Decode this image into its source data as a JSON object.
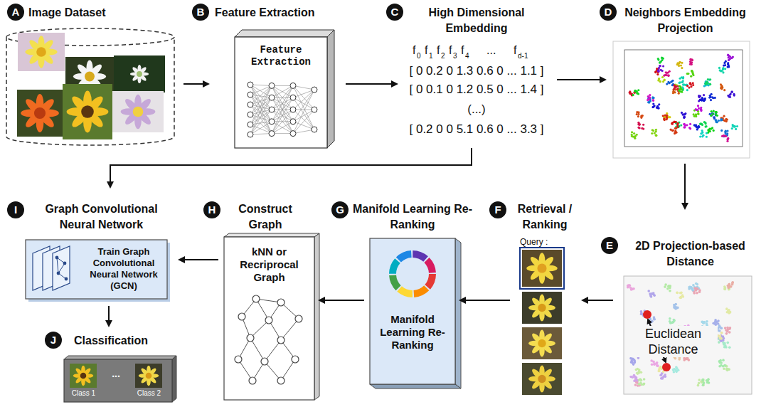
{
  "diagram": {
    "nodes": [
      {
        "text": [
          "A"
        ]
      },
      {
        "text": [
          "Image Dataset"
        ]
      },
      {
        "text": [
          "B"
        ]
      },
      {
        "text": [
          "Feature Extraction",
          "Feature Extraction"
        ]
      },
      {
        "text": [
          "C"
        ]
      },
      {
        "text": [
          "High Dimensional Embedding"
        ]
      },
      {
        "text": [
          "D"
        ]
      },
      {
        "text": [
          "Neighbors Embedding Projection"
        ]
      },
      {
        "text": [
          "E"
        ]
      },
      {
        "text": [
          "2D Projection-based Distance"
        ]
      },
      {
        "text": [
          "F"
        ]
      },
      {
        "text": [
          "Retrieval / Ranking"
        ]
      },
      {
        "text": [
          "G"
        ]
      },
      {
        "text": [
          "Manifold Learning Re-Ranking",
          "Manifold Learning Re-Ranking"
        ]
      },
      {
        "text": [
          "H"
        ]
      },
      {
        "text": [
          "Construct Graph",
          "kNN or Recriprocal Graph"
        ]
      },
      {
        "text": [
          "I"
        ]
      },
      {
        "text": [
          "Graph Convolutional Neural Network",
          "Train Graph Convolutional Neural Network (GCN)"
        ]
      },
      {
        "text": [
          "J"
        ]
      },
      {
        "text": [
          "Classification"
        ]
      }
    ],
    "edges": [
      {
        "from": 1,
        "to": 3,
        "arrow": "to"
      },
      {
        "from": 3,
        "to": 5,
        "arrow": "to"
      },
      {
        "from": 5,
        "to": 7,
        "arrow": "to"
      },
      {
        "from": 7,
        "to": 9,
        "arrow": "to"
      },
      {
        "from": 9,
        "to": 11,
        "arrow": "to"
      },
      {
        "from": 11,
        "to": 13,
        "arrow": "to"
      },
      {
        "from": 13,
        "to": 15,
        "arrow": "to"
      },
      {
        "from": 15,
        "to": 17,
        "arrow": "to"
      },
      {
        "from": 5,
        "to": 17,
        "arrow": "to"
      },
      {
        "from": 17,
        "to": 19,
        "arrow": "to"
      }
    ],
    "labels": [
      "f",
      "0",
      "f",
      "1",
      "f",
      "2",
      "f",
      "3",
      "f",
      "4",
      "...",
      "f",
      "d-1",
      "[ 0 0.2 0 1.3 0.6 0 ... 1.1 ]",
      "[ 0 0.1 0 1.2 0.5 0 ... 1.4 ]",
      "(...)",
      "[ 0.2 0 0 5.1 0.6 0 ... 3.3 ]",
      "Euclidean Distance",
      "Query :",
      "Class 1",
      "...",
      "Class 2"
    ]
  }
}
